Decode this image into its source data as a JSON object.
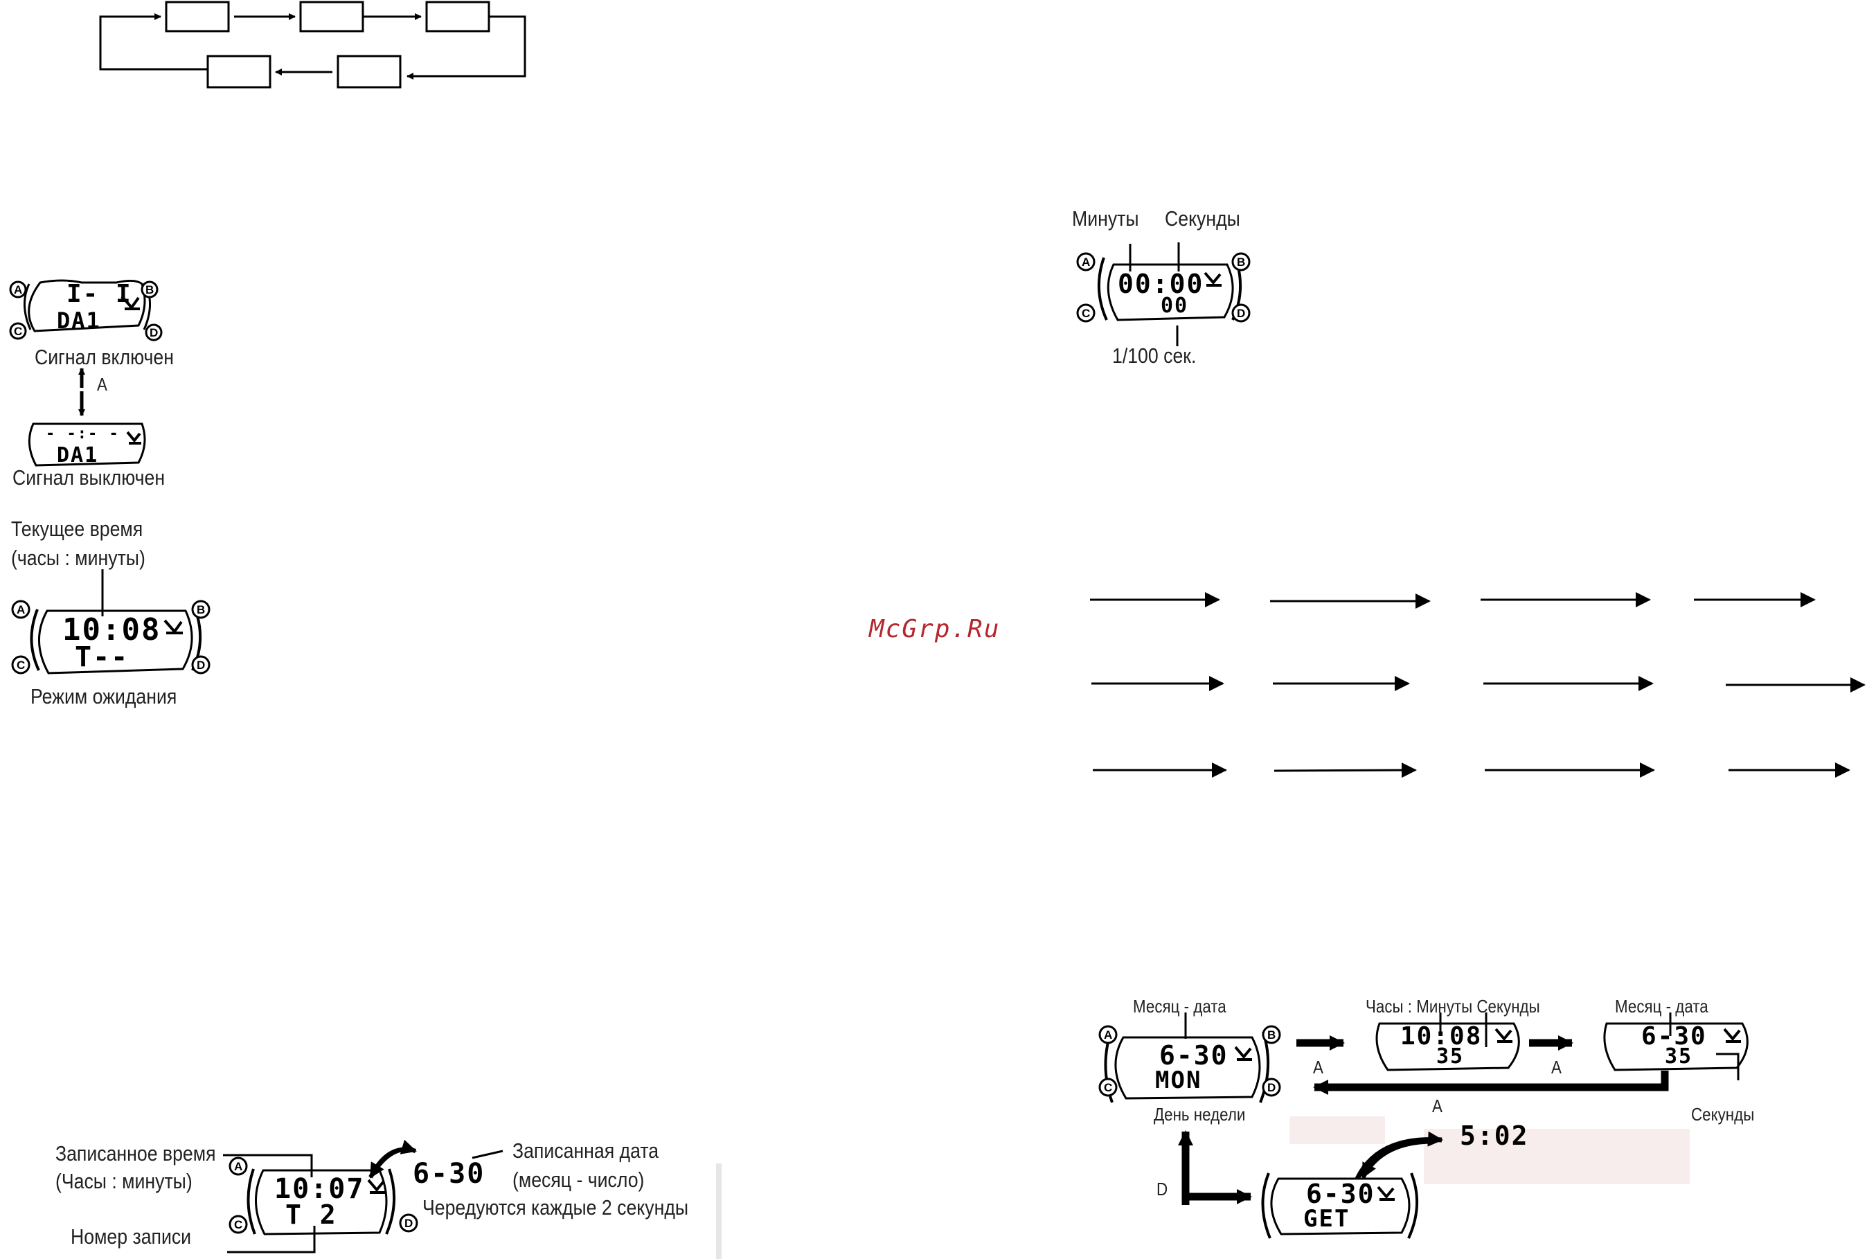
{
  "watermark": "McGrp.Ru",
  "alarm_panel": {
    "display_on": {
      "top": "I- I",
      "bottom": "DA1"
    },
    "label_on": "Сигнал включен",
    "toggle_button": "A",
    "display_off": {
      "top": "- -:- -",
      "bottom": "DA1"
    },
    "label_off": "Сигнал выключен"
  },
  "standby_panel": {
    "current_time_label_line1": "Текущее время",
    "current_time_label_line2": "(часы : минуты)",
    "display": {
      "top": "10:08",
      "bottom": "T--"
    },
    "label": "Режим ожидания"
  },
  "stopwatch_panel": {
    "minutes_label": "Минуты",
    "seconds_label": "Секунды",
    "display": {
      "top": "00:00",
      "bottom": "00"
    },
    "hundredths_label": "1/100 сек."
  },
  "recall_panel": {
    "recorded_time_line1": "Записанное время",
    "recorded_time_line2": "(Часы : минуты)",
    "record_number_label": "Номер записи",
    "display": {
      "top": "10:07",
      "bottom": "T 2"
    },
    "alt_date": "6-30",
    "recorded_date_line1": "Записанная дата",
    "recorded_date_line2": "(месяц - число)",
    "alternate_note": "Чередуются каждые 2 секунды"
  },
  "time_mode_panel": {
    "month_date_label_1": "Месяц - дата",
    "day_of_week_label": "День недели",
    "display_1": {
      "top": "6-30",
      "bottom": "MON"
    },
    "hms_label": "Часы : Минуты Секунды",
    "display_2": {
      "top": "10:08",
      "bottom": "35"
    },
    "month_date_label_2": "Месяц - дата",
    "display_3": {
      "top": "6-30",
      "bottom": "35"
    },
    "seconds_label": "Секунды",
    "button_a": "A",
    "button_d": "D",
    "display_4": {
      "top": "6-30",
      "bottom": "GET"
    },
    "alt_time": "5:02"
  },
  "button_letters": {
    "a": "A",
    "b": "B",
    "c": "C",
    "d": "D"
  }
}
